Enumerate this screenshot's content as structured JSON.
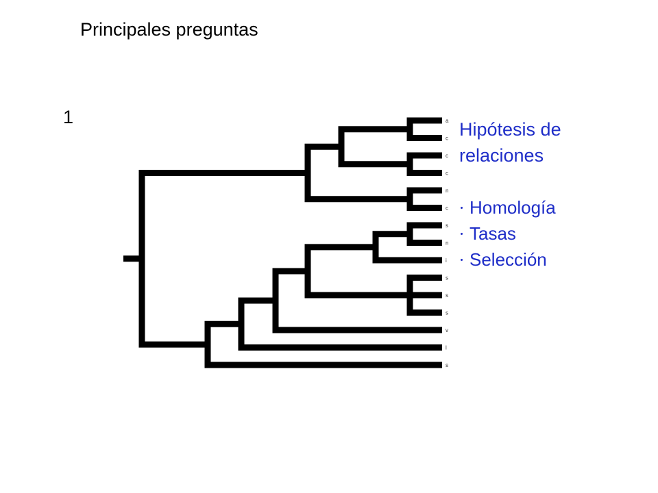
{
  "slide": {
    "title": "Principales preguntas",
    "number": "1"
  },
  "tree": {
    "leaves": [
      "a",
      "c",
      "c",
      "c",
      "n",
      "c",
      "s",
      "n",
      "i",
      "s",
      "s",
      "s",
      "v",
      "l",
      "s"
    ],
    "line_color": "#000000",
    "label_color": "#333333"
  },
  "hypotheses": {
    "title_line1": "Hipótesis de",
    "title_line2": "relaciones",
    "color": "#1f2ec8",
    "items": [
      "Homología",
      "Tasas",
      "Selección"
    ]
  }
}
